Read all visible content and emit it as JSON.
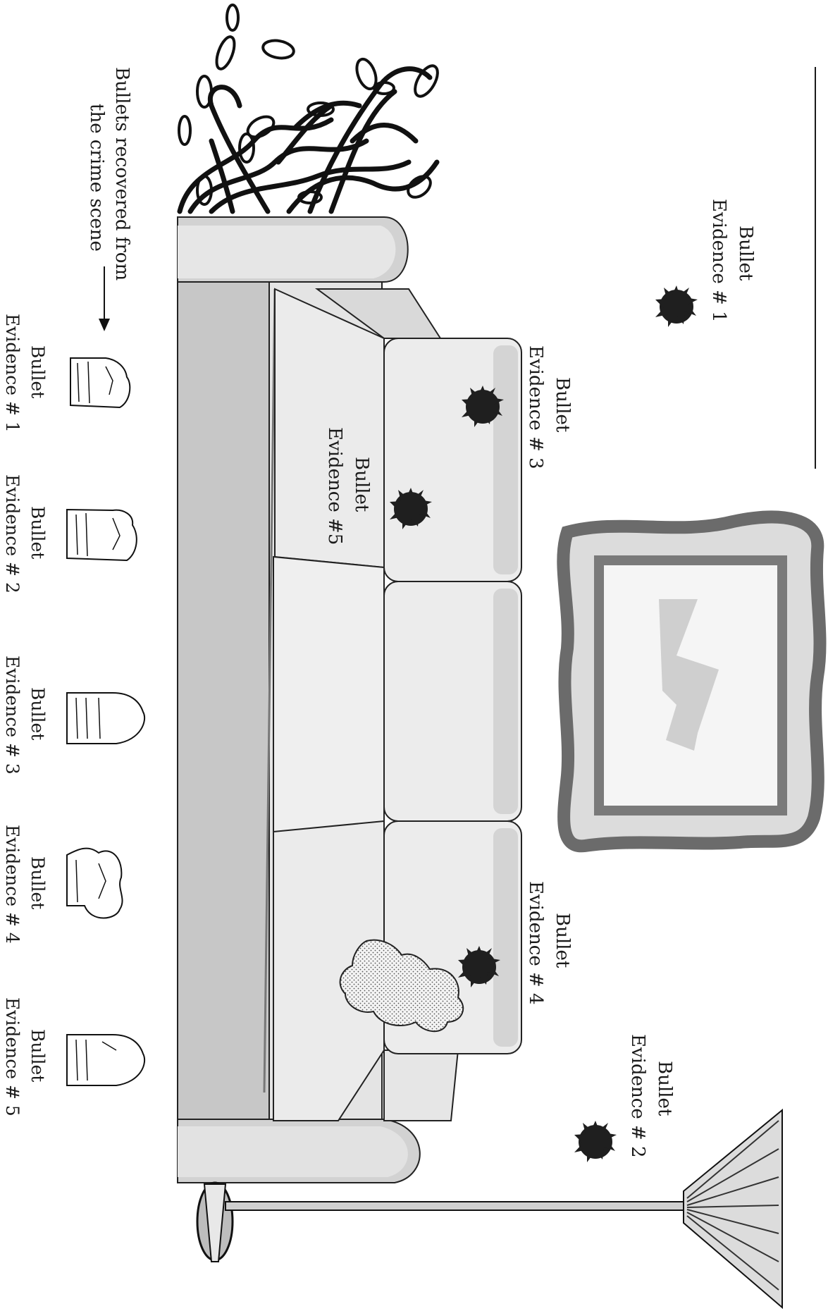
{
  "diagram": {
    "recovered_caption_line1": "Bullets recovered from",
    "recovered_caption_line2": "the crime scene",
    "holes": {
      "wall_1": {
        "line1": "Bullet",
        "line2": "Evidence # 1"
      },
      "wall_2": {
        "line1": "Bullet",
        "line2": "Evidence # 2"
      },
      "cushion_3": {
        "line1": "Bullet",
        "line2": "Evidence # 3"
      },
      "cushion_4": {
        "line1": "Bullet",
        "line2": "Evidence # 4"
      },
      "cushion_5": {
        "line1": "Bullet",
        "line2": "Evidence #5"
      }
    },
    "recovered": {
      "b1": {
        "line1": "Bullet",
        "line2": "Evidence # 1"
      },
      "b2": {
        "line1": "Bullet",
        "line2": "Evidence # 2"
      },
      "b3": {
        "line1": "Bullet",
        "line2": "Evidence # 3"
      },
      "b4": {
        "line1": "Bullet",
        "line2": "Evidence # 4"
      },
      "b5": {
        "line1": "Bullet",
        "line2": "Evidence # 5"
      }
    },
    "colors": {
      "sofa_light": "#ececec",
      "sofa_mid": "#d6d6d6",
      "sofa_dark": "#bdbdbd",
      "frame_dark": "#6b6b6b",
      "frame_light": "#dcdcdc",
      "hole": "#1f1f1f",
      "ink": "#1a1a1a"
    }
  }
}
